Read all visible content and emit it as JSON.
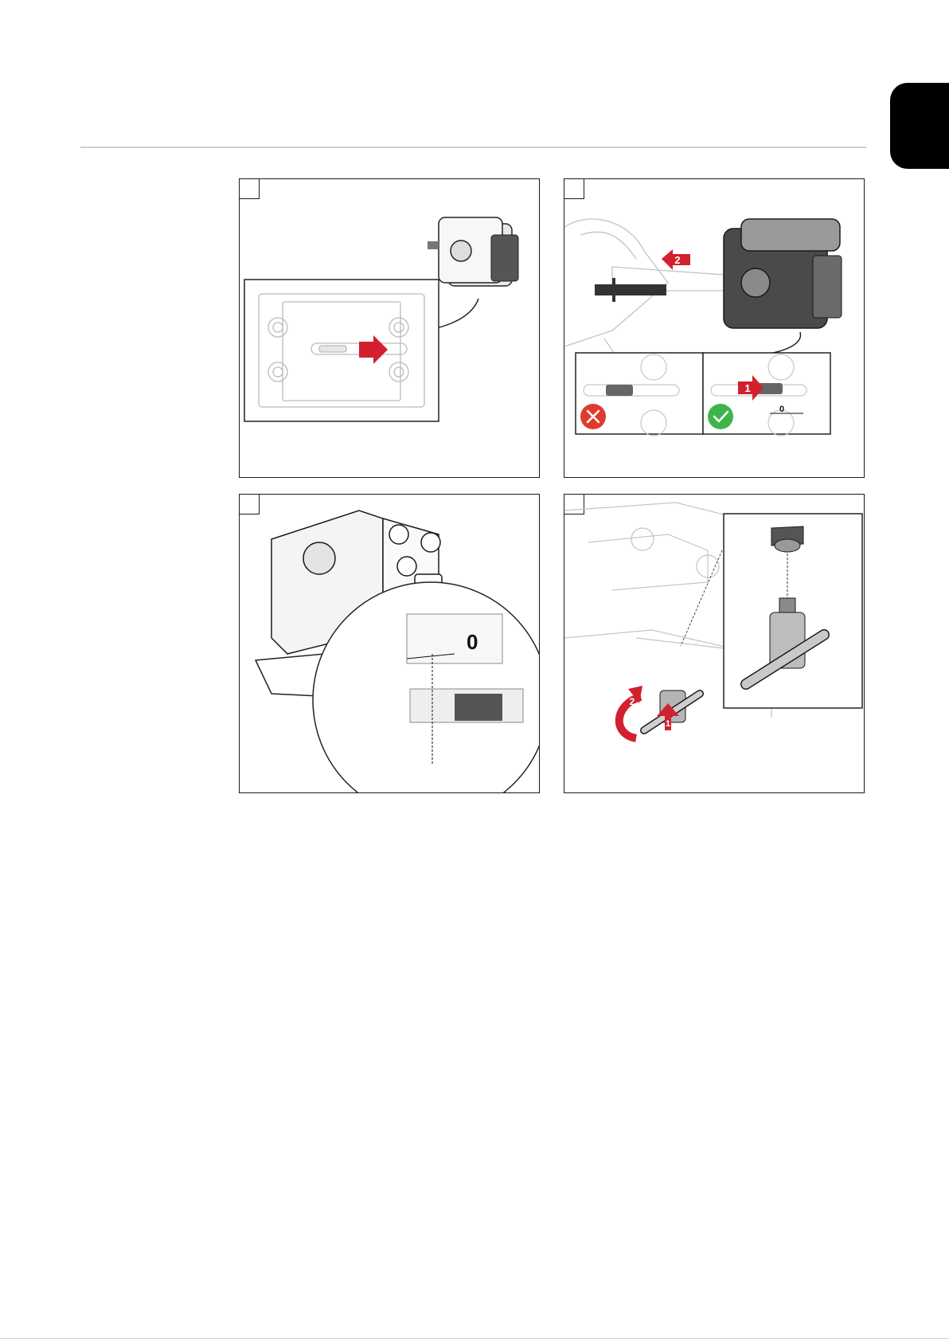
{
  "page": {
    "side_tab_color": "#000000",
    "rule_color": "#cfcfcf"
  },
  "figures": [
    {
      "name": "figure-1-slide-in-plate",
      "arrows": []
    },
    {
      "name": "figure-2-attach-module",
      "arrows": [
        {
          "label": "2"
        },
        {
          "label": "1"
        }
      ]
    },
    {
      "name": "figure-3-alignment-zero",
      "zero_label": "0"
    },
    {
      "name": "figure-4-fix-screw",
      "arrows": [
        {
          "label": "2"
        },
        {
          "label": "1"
        }
      ]
    }
  ],
  "fig2": {
    "zero_label": "0"
  },
  "colors": {
    "arrow_red": "#d2202f",
    "wrong_red": "#e03a2f",
    "correct_green": "#3db54a",
    "device_dark": "#3d3d3d",
    "line_gray": "#b5b5b5"
  }
}
